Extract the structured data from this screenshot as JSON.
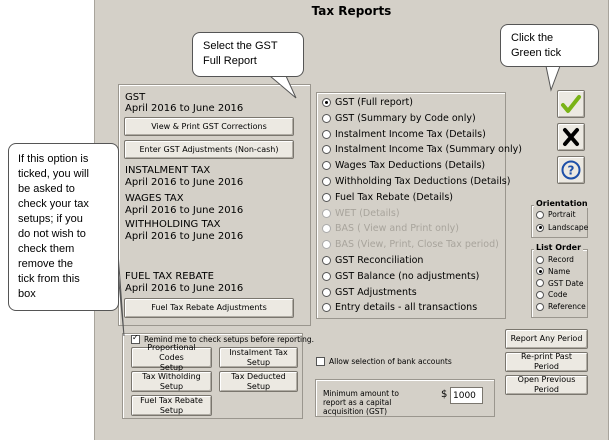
{
  "window": {
    "title": "Tax Reports"
  },
  "left": {
    "gst_heading": "GST",
    "gst_period": "April 2016 to June 2016",
    "view_print_gst_btn": "View  & Print GST Corrections",
    "enter_gst_adj_btn": "Enter GST Adjustments (Non-cash)",
    "instalment_heading": "INSTALMENT TAX",
    "instalment_period": "April 2016 to June 2016",
    "wages_heading": "WAGES TAX",
    "wages_period": "April 2016 to June 2016",
    "withholding_heading": "WITHHOLDING TAX",
    "withholding_period": "April 2016 to June 2016",
    "fuel_heading": "FUEL TAX REBATE",
    "fuel_period": "April 2016 to June 2016",
    "fuel_adj_btn": "Fuel Tax Rebate Adjustments"
  },
  "reports": [
    {
      "label": "GST (Full report)",
      "selected": true,
      "enabled": true
    },
    {
      "label": "GST (Summary by Code only)",
      "selected": false,
      "enabled": true
    },
    {
      "label": "Instalment Income Tax (Details)",
      "selected": false,
      "enabled": true
    },
    {
      "label": "Instalment Income Tax (Summary only)",
      "selected": false,
      "enabled": true
    },
    {
      "label": "Wages Tax Deductions (Details)",
      "selected": false,
      "enabled": true
    },
    {
      "label": "Withholding Tax Deductions (Details)",
      "selected": false,
      "enabled": true
    },
    {
      "label": "Fuel Tax Rebate (Details)",
      "selected": false,
      "enabled": true
    },
    {
      "label": "WET (Details)",
      "selected": false,
      "enabled": false
    },
    {
      "label": "BAS ( View and Print only)",
      "selected": false,
      "enabled": false
    },
    {
      "label": "BAS (View, Print, Close Tax period)",
      "selected": false,
      "enabled": false
    },
    {
      "label": "GST Reconciliation",
      "selected": false,
      "enabled": true
    },
    {
      "label": "GST Balance (no adjustments)",
      "selected": false,
      "enabled": true
    },
    {
      "label": "GST Adjustments",
      "selected": false,
      "enabled": true
    },
    {
      "label": "Entry details - all transactions",
      "selected": false,
      "enabled": true
    }
  ],
  "orientation": {
    "legend": "Orientation",
    "options": [
      {
        "label": "Portrait",
        "selected": false
      },
      {
        "label": "Landscape",
        "selected": true
      }
    ]
  },
  "list_order": {
    "legend": "List Order",
    "options": [
      {
        "label": "Record",
        "selected": false
      },
      {
        "label": "Name",
        "selected": true
      },
      {
        "label": "GST Date",
        "selected": false
      },
      {
        "label": "Code",
        "selected": false
      },
      {
        "label": "Reference",
        "selected": false
      }
    ]
  },
  "setups": {
    "remind_label": "Remind me to check setups before reporting.",
    "remind_checked": true,
    "prop_codes_btn_1": "Proportional Codes",
    "prop_codes_btn_2": "Setup",
    "instalment_btn_1": "Instalment Tax",
    "instalment_btn_2": "Setup",
    "withholding_btn_1": "Tax Witholding",
    "withholding_btn_2": "Setup",
    "deducted_btn": "Tax Deducted Setup",
    "fuel_btn_1": "Fuel Tax Rebate",
    "fuel_btn_2": "Setup"
  },
  "bank": {
    "label": "Allow selection of bank accounts",
    "checked": false
  },
  "minimum": {
    "label_1": "Minimum amount to",
    "label_2": "report as a capital",
    "label_3": "acquisition (GST)",
    "currency": "$",
    "value": "1000"
  },
  "right_buttons": {
    "report_any": "Report Any Period",
    "reprint_past": "Re-print Past Period",
    "open_previous": "Open Previous Period"
  },
  "callouts": {
    "select_gst_1": "Select the GST",
    "select_gst_2": "Full Report",
    "click_green_1": "Click the",
    "click_green_2": "Green tick",
    "option_lines": [
      "If this option is",
      "ticked, you will",
      "be asked to",
      "check your tax",
      "setups; if you",
      "do not wish to",
      "check them",
      "remove the",
      "tick from this",
      "box"
    ]
  },
  "colors": {
    "tick_green": "#7ab317",
    "help_blue": "#1d4fa8",
    "window_bg": "#d4d0c8"
  }
}
